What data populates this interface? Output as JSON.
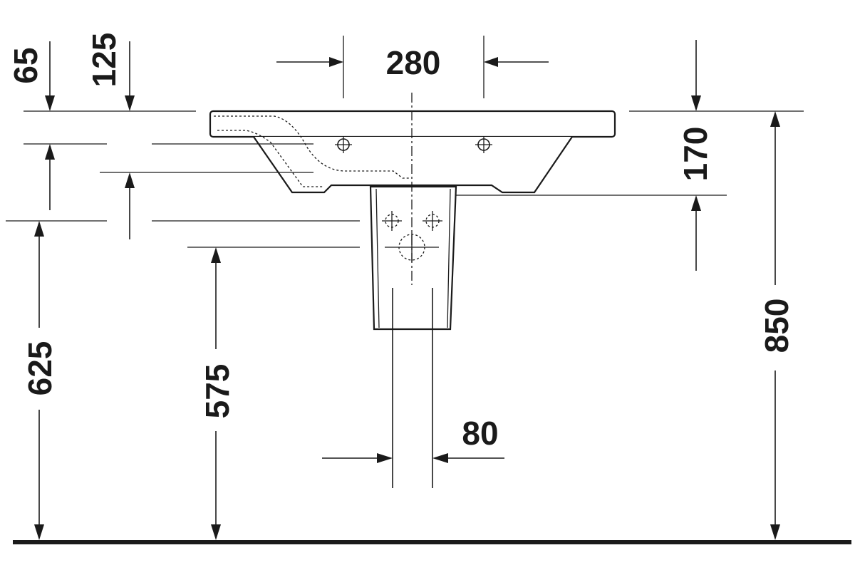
{
  "dimensions": {
    "tap_hole_spacing": "280",
    "top_offset_a": "65",
    "top_offset_b": "125",
    "basin_height": "170",
    "floor_to_rim": "850",
    "floor_to_waste": "625",
    "floor_to_pedestal_top": "575",
    "pedestal_waste_width": "80"
  },
  "colors": {
    "line": "#1a1a1a",
    "background": "#ffffff"
  }
}
